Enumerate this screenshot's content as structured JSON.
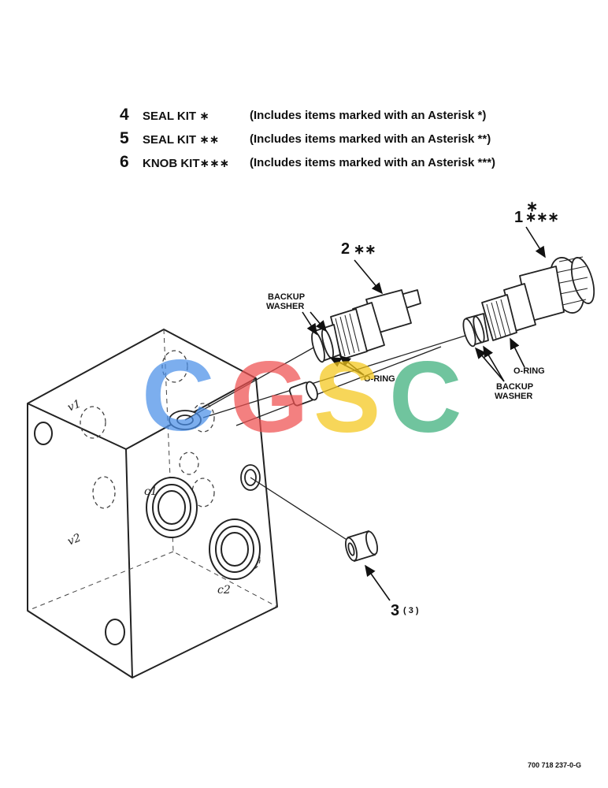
{
  "legend": [
    {
      "number": "4",
      "kit": "SEAL KIT ∗",
      "description": "(Includes items marked with an Asterisk *)"
    },
    {
      "number": "5",
      "kit": "SEAL KIT ∗∗",
      "description": "(Includes items marked with an Asterisk **)"
    },
    {
      "number": "6",
      "kit": "KNOB KIT∗∗∗",
      "description": "(Includes items marked with an Asterisk ***)"
    }
  ],
  "callouts": {
    "item1_top": "∗",
    "item1": "1",
    "item1_marks": "∗∗∗",
    "item2": "2",
    "item2_marks": "∗∗",
    "item3": "3",
    "item3_qty": "( 3 )"
  },
  "labels": {
    "backup_washer_line1": "BACKUP",
    "backup_washer_line2": "WASHER",
    "oring": "O-RING"
  },
  "ports": {
    "v1": "v1",
    "v2": "v2",
    "c1": "c1",
    "c2": "c2"
  },
  "watermark": {
    "letters": [
      "C",
      "G",
      "S",
      "C"
    ],
    "colors": [
      "#4a8fe8",
      "#ef5050",
      "#f5c71a",
      "#3aae7a"
    ]
  },
  "drawing_number": "700 718 237-0-G"
}
